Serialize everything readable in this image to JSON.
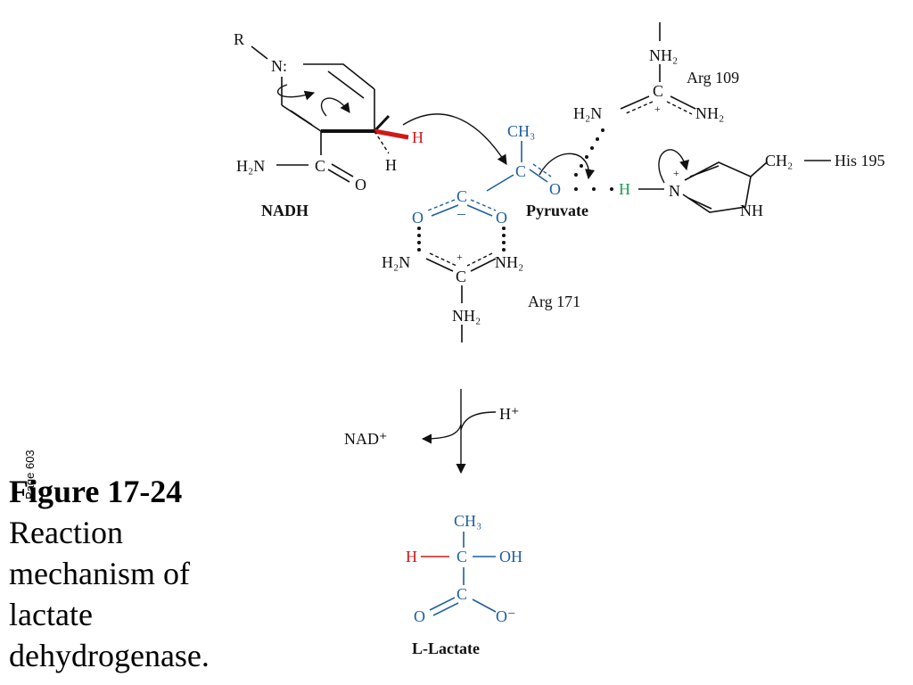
{
  "caption": {
    "figure_label": "Figure 17-24",
    "lines": [
      "Reaction",
      "mechanism of",
      "lactate",
      "dehydrogenase."
    ]
  },
  "page_label": "Page 603",
  "nadh": {
    "r_label": "R",
    "n_label": "N:",
    "h_red": "H",
    "h_black": "H",
    "amide_n": "H₂N",
    "amide_c": "C",
    "amide_o": "O",
    "name": "NADH"
  },
  "pyruvate": {
    "ch3": "CH₃",
    "c_keto": "C",
    "o_keto": "O",
    "c_carboxyl": "C",
    "o_left": "O",
    "o_right": "O",
    "minus": "–",
    "name": "Pyruvate"
  },
  "arg109": {
    "nh2_top": "NH₂",
    "label": "Arg 109",
    "h2n_left": "H₂N",
    "c": "C",
    "plus": "+",
    "nh2_right": "NH₂"
  },
  "his195": {
    "h_green": "H",
    "n_plus": "N",
    "plus": "+",
    "ch2": "CH₂",
    "label": "His 195",
    "nh": "NH"
  },
  "arg171": {
    "h2n_left": "H₂N",
    "plus": "+",
    "nh2_right": "NH₂",
    "c": "C",
    "label": "Arg 171",
    "nh2_bottom": "NH₂"
  },
  "reaction": {
    "h_plus": "H⁺",
    "nad_plus": "NAD⁺"
  },
  "lactate": {
    "ch3": "CH₃",
    "h_red": "H",
    "c_center": "C",
    "oh": "OH",
    "c_carboxyl": "C",
    "o_left": "O",
    "o_minus": "O⁻",
    "name": "L-Lactate"
  }
}
